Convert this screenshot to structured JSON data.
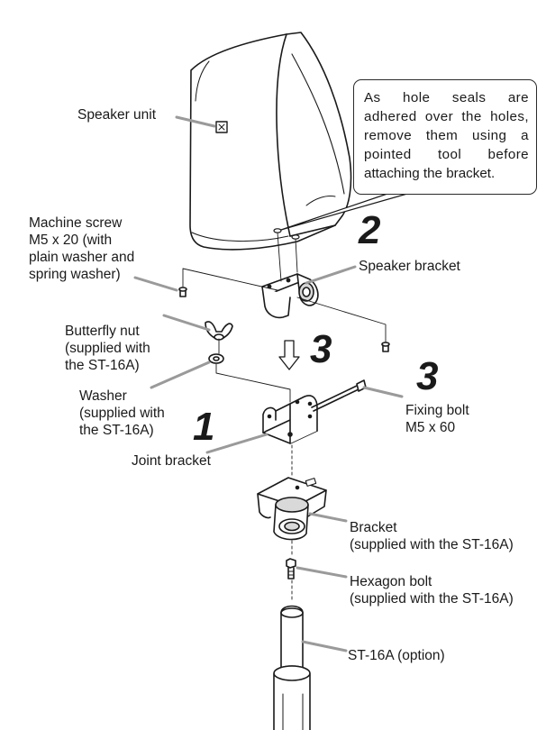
{
  "labels": {
    "speaker_unit": "Speaker unit",
    "machine_screw": [
      "Machine screw",
      "M5 x 20 (with",
      "plain washer and",
      "spring washer)"
    ],
    "speaker_bracket": "Speaker bracket",
    "butterfly_nut": [
      "Butterfly nut",
      "(supplied with",
      "the ST-16A)"
    ],
    "washer": [
      "Washer",
      "(supplied with",
      "the ST-16A)"
    ],
    "joint_bracket": "Joint bracket",
    "fixing_bolt": [
      "Fixing bolt",
      "M5 x 60"
    ],
    "bracket": [
      "Bracket",
      "(supplied with the ST-16A)"
    ],
    "hexagon_bolt": [
      "Hexagon bolt",
      "(supplied with the ST-16A)"
    ],
    "st16a": "ST-16A (option)"
  },
  "callout": [
    "As hole seals are",
    "adhered over the holes,",
    "remove them using a",
    "pointed tool before",
    "attaching the bracket."
  ],
  "steps": {
    "speaker_bracket": "2",
    "arrow_step": "3",
    "fixing_bolt": "3",
    "joint_bracket": "1"
  },
  "colors": {
    "line": "#1a1a1a",
    "leader": "#9a9a9a",
    "shade": "#d9d9d9"
  }
}
